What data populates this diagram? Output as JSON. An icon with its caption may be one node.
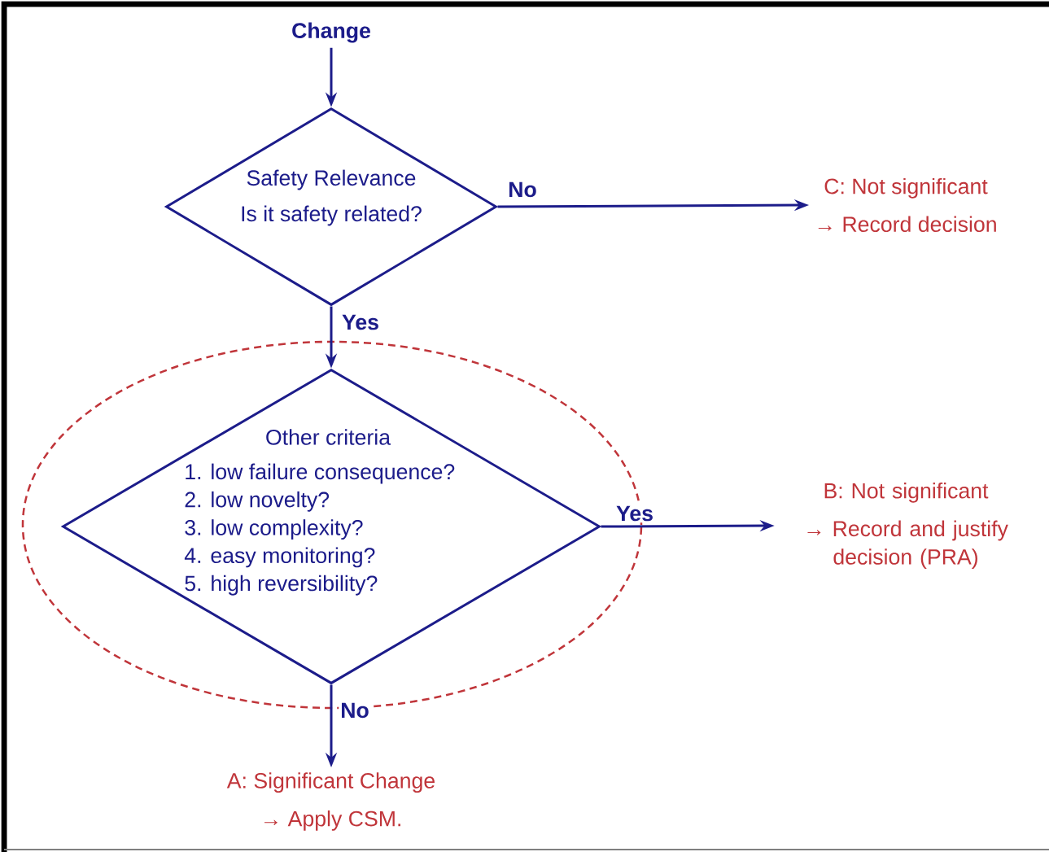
{
  "diagram": {
    "nodes": [
      {
        "text": [
          "Change"
        ]
      },
      {
        "text": [
          "Safety Relevance",
          "Is it safety related?"
        ]
      },
      {
        "text": [
          "C: Not significant",
          "→ Record decision"
        ]
      },
      {
        "text": [],
        "shape": "ellipse"
      },
      {
        "text": [
          "Other criteria",
          "1. low failure consequence?",
          "2. low novelty?",
          "3. low complexity?",
          "4. easy monitoring?",
          "5. high reversibility?"
        ],
        "in": 3
      },
      {
        "text": [
          "B: Not significant",
          "→ Record and justify decision (PRA)"
        ]
      },
      {
        "text": [
          "A: Significant Change",
          "→ Apply CSM."
        ]
      }
    ],
    "edges": [
      {
        "from": 0,
        "to": 1,
        "arrow": "to"
      },
      {
        "from": 1,
        "to": 2,
        "arrow": "to",
        "label": "No"
      },
      {
        "from": 1,
        "to": 4,
        "arrow": "to",
        "label": "Yes"
      },
      {
        "from": 4,
        "to": 5,
        "arrow": "to",
        "label": "Yes"
      },
      {
        "from": 4,
        "to": 6,
        "arrow": "to",
        "label": "No"
      }
    ]
  }
}
